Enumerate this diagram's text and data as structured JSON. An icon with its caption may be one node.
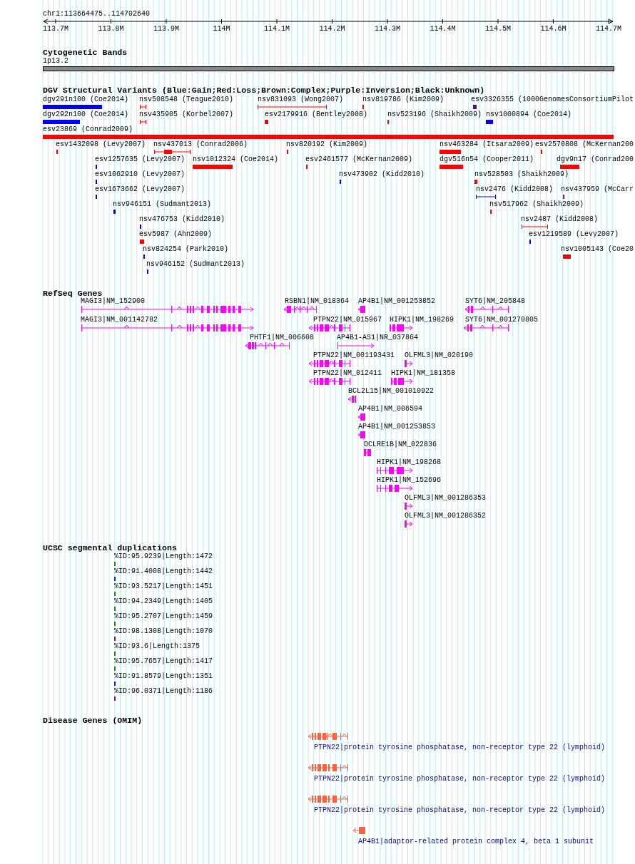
{
  "diagram": {
    "labels": [
      "chr1:113664475..114702640",
      "113.7M",
      "113.8M",
      "113.9M",
      "114M",
      "114.1M",
      "114.2M",
      "114.3M",
      "114.4M",
      "114.5M",
      "114.6M",
      "114.7M",
      "Cytogenetic Bands",
      "1p13.2",
      "DGV Structural Variants (Blue:Gain;Red:Loss;Brown:Complex;Purple:Inversion;Black:Unknown)",
      "dgv291n100 (Coe2014)",
      "nsv508548 (Teague2010)",
      "nsv831093 (Wong2007)",
      "nsv819786 (Kim2009)",
      "esv3326355 (1000GenomesConsortiumPilot",
      "dgv292n100 (Coe2014)",
      "nsv435905 (Korbel2007)",
      "esv2179916 (Bentley2008)",
      "nsv523196 (Shaikh2009)",
      "nsv1000894 (Coe2014)",
      "esv23869 (Conrad2009)",
      "esv1432098 (Levy2007)",
      "nsv437013 (Conrad2006)",
      "nsv820192 (Kim2009)",
      "nsv463284 (Itsara2009)",
      "esv2570808 (McKernan200",
      "esv1257635 (Levy2007)",
      "nsv1012324 (Coe2014)",
      "esv2461577 (McKernan2009)",
      "dgv516n54 (Cooper2011)",
      "dgv9n17 (Conrad200",
      "esv1062910 (Levy2007)",
      "nsv473902 (Kidd2010)",
      "nsv528503 (Shaikh2009)",
      "esv1673662 (Levy2007)",
      "nsv2476 (Kidd2008)",
      "nsv437959 (McCarr",
      "nsv946151 (Sudmant2013)",
      "nsv517962 (Shaikh2009)",
      "nsv476753 (Kidd2010)",
      "nsv2487 (Kidd2008)",
      "esv5987 (Ahn2009)",
      "esv1219589 (Levy2007)",
      "nsv824254 (Park2010)",
      "nsv1005143 (Coe20",
      "nsv946152 (Sudmant2013)",
      "RefSeq Genes",
      "MAGI3|NM_152900",
      "RSBN1|NM_018364",
      "AP4B1|NM_001253852",
      "SYT6|NM_205848",
      "MAGI3|NM_001142782",
      "PTPN22|NM_015967",
      "HIPK1|NM_198269",
      "SYT6|NM_001270805",
      "PHTF1|NM_006608",
      "AP4B1-AS1|NR_037864",
      "PTPN22|NM_001193431",
      "OLFML3|NM_020190",
      "PTPN22|NM_012411",
      "HIPK1|NM_181358",
      "BCL2L15|NM_001010922",
      "AP4B1|NM_006594",
      "AP4B1|NM_001253853",
      "DCLRE1B|NM_022836",
      "HIPK1|NM_198268",
      "HIPK1|NM_152696",
      "OLFML3|NM_001286353",
      "OLFML3|NM_001286352",
      "UCSC segmental duplications",
      "%ID:95.9239|Length:1472",
      "%ID:91.4008|Length:1442",
      "%ID:93.5217|Length:1451",
      "%ID:94.2349|Length:1405",
      "%ID:95.2707|Length:1459",
      "%ID:98.1308|Length:1070",
      "%ID:93.6|Length:1375",
      "%ID:95.7657|Length:1417",
      "%ID:91.8579|Length:1351",
      "%ID:96.0371|Length:1186",
      "Disease Genes (OMIM)",
      "PTPN22|protein tyrosine phosphatase, non-receptor type 22 (lymphoid)",
      "PTPN22|protein tyrosine phosphatase, non-receptor type 22 (lymphoid)",
      "PTPN22|protein tyrosine phosphatase, non-receptor type 22 (lymphoid)",
      "AP4B1|adaptor-related protein complex 4, beta 1 subunit"
    ]
  }
}
